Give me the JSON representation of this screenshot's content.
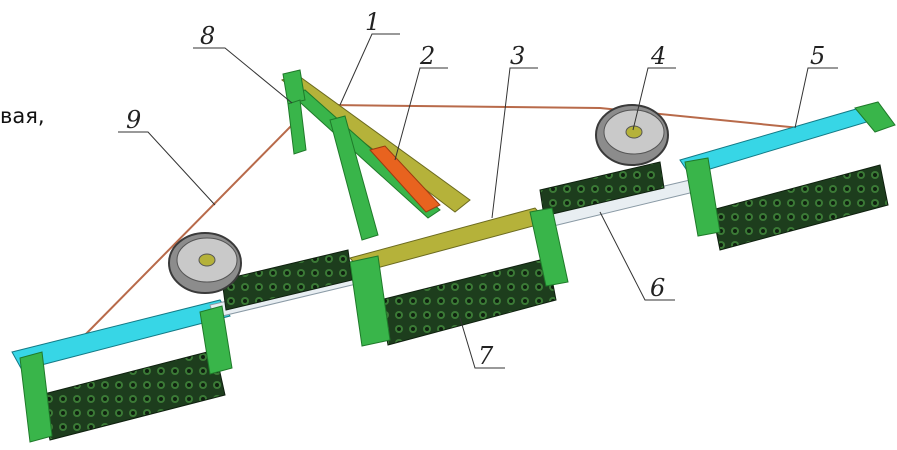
{
  "fragment_text": "вая,",
  "callouts": [
    {
      "id": "1",
      "label": "1"
    },
    {
      "id": "2",
      "label": "2"
    },
    {
      "id": "3",
      "label": "3"
    },
    {
      "id": "4",
      "label": "4"
    },
    {
      "id": "5",
      "label": "5"
    },
    {
      "id": "6",
      "label": "6"
    },
    {
      "id": "7",
      "label": "7"
    },
    {
      "id": "8",
      "label": "8"
    },
    {
      "id": "9",
      "label": "9"
    }
  ],
  "colors": {
    "frame_green": "#39b54a",
    "frame_dark_green": "#1f7a2a",
    "drawbar_olive": "#b5b23a",
    "beam_cyan": "#37d6e6",
    "shaft_white": "#e8eef2",
    "cylinder_orange": "#e8631f",
    "roller_dark": "#1a3a1a",
    "tire_grey": "#8c8c8c",
    "rope_brown": "#b86a4a"
  }
}
